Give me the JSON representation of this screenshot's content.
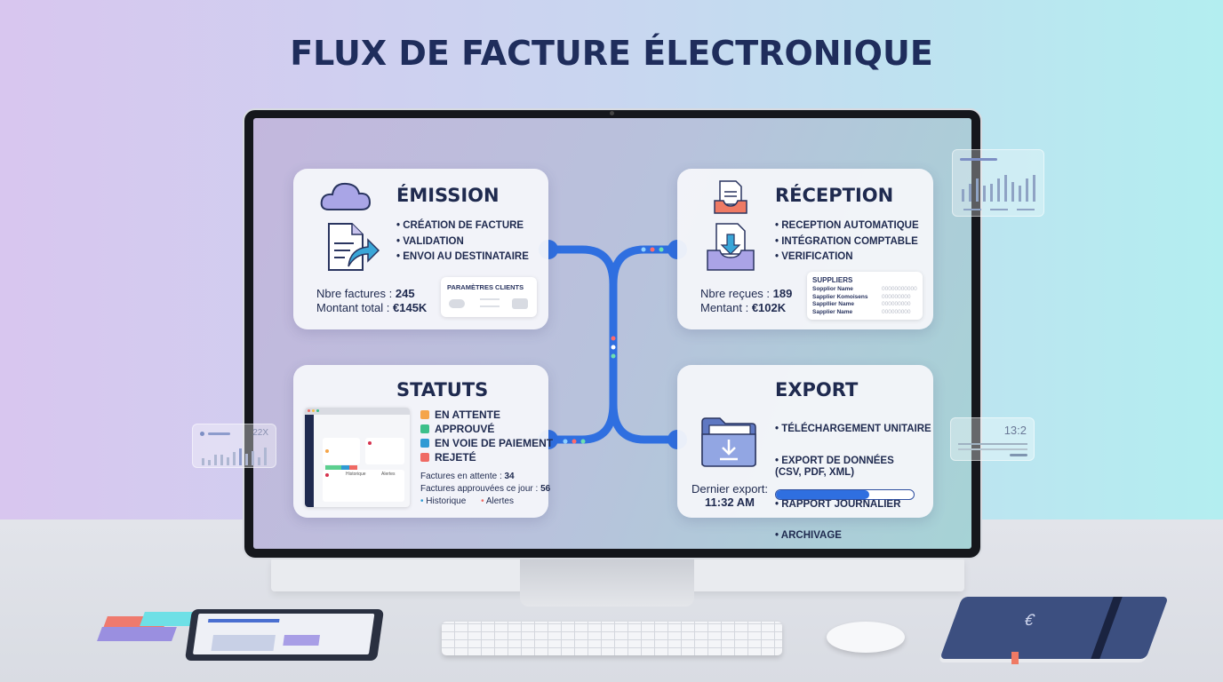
{
  "title": "FLUX DE FACTURE ÉLECTRONIQUE",
  "emission": {
    "title": "ÉMISSION",
    "items": [
      "CRÉATION DE FACTURE",
      "VALIDATION",
      "ENVOI AU DESTINATAIRE"
    ],
    "count_label": "Nbre factures :",
    "count": "245",
    "amount_label": "Montant total :",
    "amount": "€145K",
    "panel_title": "PARAMÈTRES CLIENTS",
    "icons": [
      "cloud-icon",
      "document-send-icon"
    ]
  },
  "reception": {
    "title": "RÉCEPTION",
    "items": [
      "RECEPTION AUTOMATIQUE",
      "INTÉGRATION COMPTABLE",
      "VERIFICATION"
    ],
    "count_label": "Nbre reçues :",
    "count": "189",
    "amount_label": "Mentant :",
    "amount": "€102K",
    "panel_title": "SUPPLIERS",
    "suppliers": [
      {
        "name": "Sopplior Name",
        "value": "00000000000"
      },
      {
        "name": "Sapplier Komoisens",
        "value": "000000000"
      },
      {
        "name": "Sappllier Name",
        "value": "000000000"
      },
      {
        "name": "Sapplier Name",
        "value": "000000000"
      }
    ]
  },
  "statuts": {
    "title": "STATUTS",
    "statuses": [
      {
        "label": "EN ATTENTE",
        "color": "#f5a54a"
      },
      {
        "label": "APPROUVÉ",
        "color": "#3cc08a"
      },
      {
        "label": "EN VOIE DE PAIEMENT",
        "color": "#2f9ad4"
      },
      {
        "label": "REJETÉ",
        "color": "#ef6a64"
      }
    ],
    "pending_label": "Factures en attente :",
    "pending": "34",
    "approved_label": "Factures approuvées ce jour :",
    "approved": "56",
    "links": [
      {
        "label": "Historique",
        "color": "#2f9ad4"
      },
      {
        "label": "Alertes",
        "color": "#ef6a64"
      }
    ],
    "mini_cols": [
      "Historique",
      "Alertes"
    ]
  },
  "export": {
    "title": "EXPORT",
    "items": [
      "TÉLÉCHARGEMENT UNITAIRE",
      "EXPORT DE DONNÉES\n(CSV, PDF, XML)",
      "RAPPORT JOURNALIER",
      "ARCHIVAGE"
    ],
    "last_label": "Dernier export:",
    "last_time": "11:32 AM",
    "progress": 0.68
  },
  "widgets": {
    "left_value": "22X",
    "right_value": "13:2"
  },
  "colors": {
    "accent": "#2f6fe0",
    "title": "#1f2d5c"
  }
}
